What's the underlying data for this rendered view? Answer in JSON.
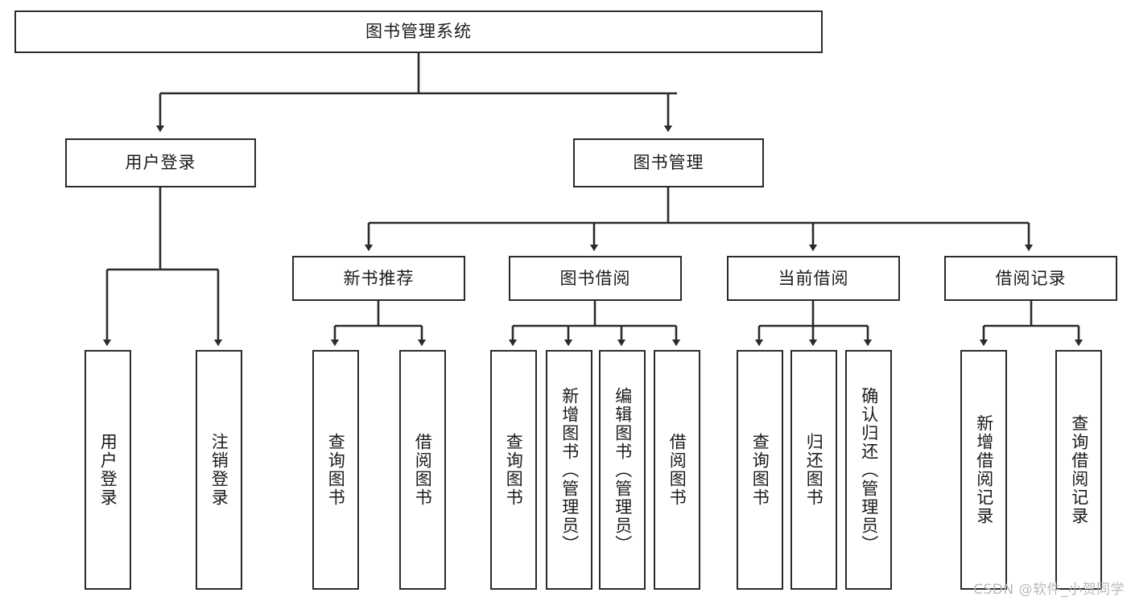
{
  "diagram": {
    "title": "图书管理系统",
    "type": "tree-hierarchy",
    "watermark": "CSDN @软件_小贺同学",
    "colors": {
      "stroke": "#2b2b2b",
      "fill": "#ffffff",
      "text": "#1b1b1b",
      "watermark": "#b9b9b9"
    },
    "nodes": {
      "root": {
        "label": "图书管理系统"
      },
      "level1": [
        {
          "id": "user-login",
          "label": "用户登录"
        },
        {
          "id": "book-manage",
          "label": "图书管理"
        }
      ],
      "level2": [
        {
          "id": "new-book-recommend",
          "label": "新书推荐"
        },
        {
          "id": "book-borrow",
          "label": "图书借阅"
        },
        {
          "id": "current-borrow",
          "label": "当前借阅"
        },
        {
          "id": "borrow-record",
          "label": "借阅记录"
        }
      ],
      "leaves": {
        "user_login": [
          {
            "id": "leaf-user-login",
            "label": "用户登录"
          },
          {
            "id": "leaf-logout-login",
            "label": "注销登录"
          }
        ],
        "new_book_recommend": [
          {
            "id": "leaf-query-book-1",
            "label": "查询图书"
          },
          {
            "id": "leaf-borrow-book-1",
            "label": "借阅图书"
          }
        ],
        "book_borrow": [
          {
            "id": "leaf-query-book-2",
            "label": "查询图书"
          },
          {
            "id": "leaf-add-book",
            "label": "新增图书（管理员）"
          },
          {
            "id": "leaf-edit-book",
            "label": "编辑图书（管理员）"
          },
          {
            "id": "leaf-borrow-book-2",
            "label": "借阅图书"
          }
        ],
        "current_borrow": [
          {
            "id": "leaf-query-book-3",
            "label": "查询图书"
          },
          {
            "id": "leaf-return-book",
            "label": "归还图书"
          },
          {
            "id": "leaf-confirm-return",
            "label": "确认归还（管理员）"
          }
        ],
        "borrow_record": [
          {
            "id": "leaf-add-record",
            "label": "新增借阅记录"
          },
          {
            "id": "leaf-query-record",
            "label": "查询借阅记录"
          }
        ]
      }
    }
  }
}
